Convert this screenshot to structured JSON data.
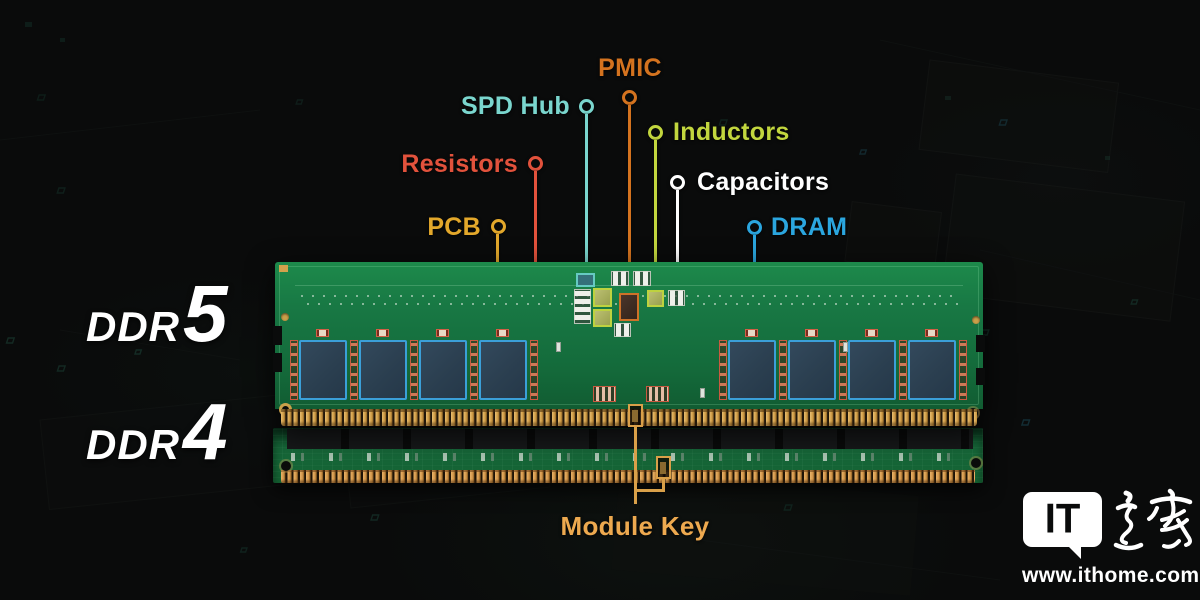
{
  "scene": {
    "description": "Annotated comparison of DDR5 and DDR4 memory modules with labeled components"
  },
  "modules": {
    "ddr5": {
      "prefix": "DDR",
      "number": "5"
    },
    "ddr4": {
      "prefix": "DDR",
      "number": "4"
    }
  },
  "labels": {
    "pmic": {
      "text": "PMIC",
      "color": "#D4731F"
    },
    "spd_hub": {
      "text": "SPD Hub",
      "color": "#7AD6CE"
    },
    "inductors": {
      "text": "Inductors",
      "color": "#C2D63E"
    },
    "resistors": {
      "text": "Resistors",
      "color": "#E2523C"
    },
    "capacitors": {
      "text": "Capacitors",
      "color": "#FFFFFF"
    },
    "pcb": {
      "text": "PCB",
      "color": "#E3A82B"
    },
    "dram": {
      "text": "DRAM",
      "color": "#2BA6DF"
    },
    "module_key": {
      "text": "Module Key",
      "color": "#EDA94F",
      "line_color": "#D9A049"
    }
  },
  "branding": {
    "logo_latin": "IT",
    "logo_cjk": "之家",
    "url": "www.ithome.com"
  },
  "palette": {
    "background": "#0A0B0B",
    "pcb_green": "#17793F",
    "pin_gold": "#D2A04E",
    "dram_chip_fill": "#2C4254",
    "dram_chip_border": "#3B9FD8",
    "resistor_outline": "#C85A40",
    "inductor_outline": "#BED23F",
    "spd_outline": "#66CAC2",
    "pmic_outline": "#CF7228"
  }
}
